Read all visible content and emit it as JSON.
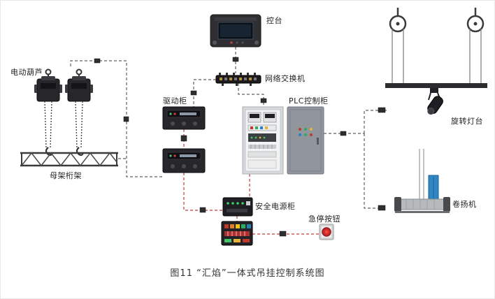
{
  "figure": {
    "caption": "图11 “汇焰”一体式吊挂控制系统图"
  },
  "labels": {
    "console": "控台",
    "network_switch": "网络交换机",
    "electric_hoist": "电动葫芦",
    "truss": "母架桁架",
    "drive_cabinet": "驱动柜",
    "plc_cabinet": "PLC控制柜",
    "safety_power_cabinet": "安全电源柜",
    "emergency_stop": "急停按钮",
    "rotating_light": "旋转灯台",
    "winch": "卷扬机"
  },
  "colors": {
    "wire_black": "#5f5f5f",
    "wire_red": "#c23b3b",
    "device_dark": "#26262b",
    "cabinet_gray": "#90969c",
    "estop_red": "#cf2a2a",
    "winch_blue": "#2f86c4"
  }
}
